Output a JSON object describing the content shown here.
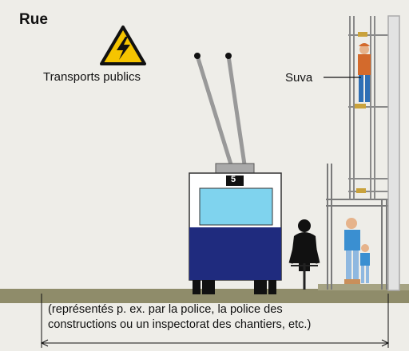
{
  "title": "Rue",
  "labels": {
    "public_transport": "Transports publics",
    "suva": "Suva"
  },
  "bus": {
    "route_number": "5"
  },
  "caption": {
    "line1": "(représentés p. ex. par la police, la police des",
    "line2": "constructions ou un inspectorat des chantiers, etc.)"
  },
  "icons": {
    "warning": "high-voltage-warning-icon"
  },
  "colors": {
    "background": "#eeede8",
    "ground": "#8f8c6a",
    "bus_navy": "#1f2b7e",
    "bus_window": "#7fd3ee",
    "warning_yellow": "#f5c400",
    "scaffold_gray": "#b9b9b9",
    "worker_orange": "#d36a2c",
    "worker_blue": "#2f6fb5"
  }
}
